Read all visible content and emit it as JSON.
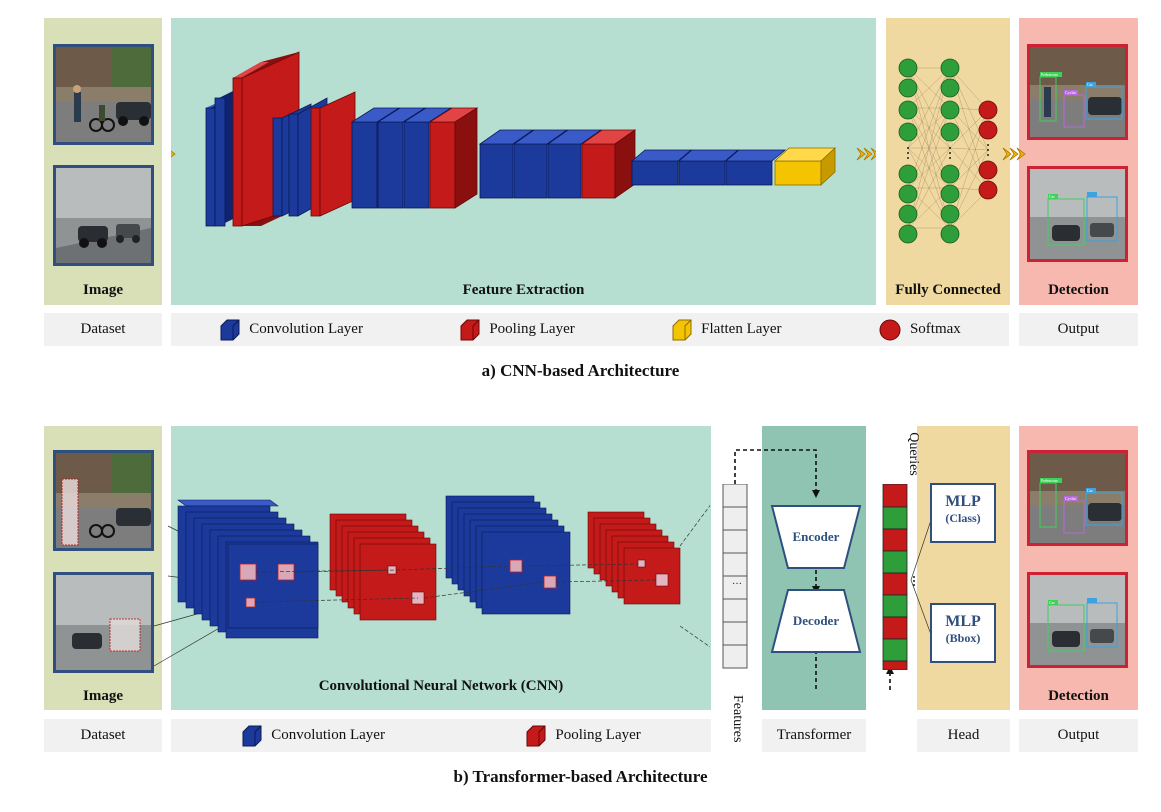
{
  "colors": {
    "dataset_bg": "#d9e0b8",
    "feature_bg": "#b7dfd1",
    "fc_bg": "#f0d9a1",
    "detection_bg": "#f7b8b0",
    "transformer_bg": "#8fc4b2",
    "conv_layer": "#1b3a9c",
    "pool_layer": "#c41a1a",
    "flatten_layer": "#f5c400",
    "softmax": "#c41a1a",
    "neuron": "#2e9e3a"
  },
  "part_a": {
    "image_label": "Image",
    "feature_label": "Feature Extraction",
    "fc_label": "Fully Connected",
    "detection_label": "Detection",
    "dataset_box": "Dataset",
    "output_box": "Output",
    "legend": {
      "conv": "Convolution Layer",
      "pool": "Pooling Layer",
      "flatten": "Flatten Layer",
      "softmax": "Softmax"
    },
    "caption": "a) CNN-based Architecture",
    "detect_tags": [
      "Pedestrian",
      "Cyclist",
      "Car",
      "Car"
    ]
  },
  "part_b": {
    "image_label": "Image",
    "cnn_label": "Convolutional Neural Network (CNN)",
    "features_label": "Features",
    "queries_label": "Queries",
    "encoder": "Encoder",
    "decoder": "Decoder",
    "mlp_class_title": "MLP",
    "mlp_class_sub": "(Class)",
    "mlp_bbox_title": "MLP",
    "mlp_bbox_sub": "(Bbox)",
    "detection_label": "Detection",
    "dataset_box": "Dataset",
    "transformer_box": "Transformer",
    "head_box": "Head",
    "output_box": "Output",
    "legend": {
      "conv": "Convolution Layer",
      "pool": "Pooling Layer"
    },
    "caption": "b) Transformer-based Architecture",
    "detect_tags": [
      "Pedestrian",
      "Cyclist",
      "Car",
      "Car"
    ]
  }
}
